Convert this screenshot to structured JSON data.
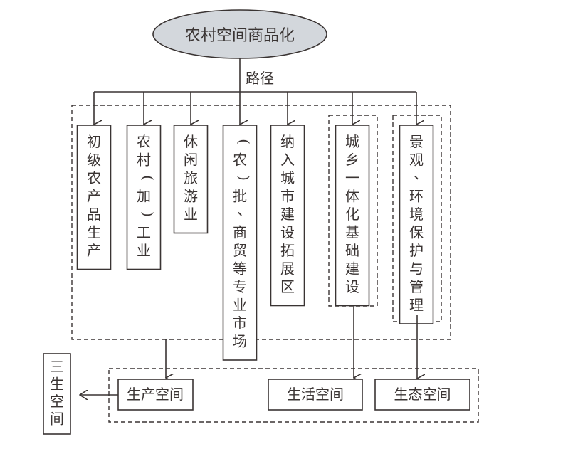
{
  "diagram": {
    "root": {
      "label": "农村空间商品化",
      "fill": "#d3d7dc"
    },
    "path_label": "路径",
    "pathways": [
      {
        "id": "p1",
        "label": "初级农产品生产",
        "target": "production"
      },
      {
        "id": "p2",
        "label": "农村（加）工业",
        "target": "production"
      },
      {
        "id": "p3",
        "label": "休闲旅游业",
        "target": "production"
      },
      {
        "id": "p4",
        "label": "（农）批、商贸等专业市场",
        "target": "production"
      },
      {
        "id": "p5",
        "label": "纳入城市建设拓展区",
        "target": "production"
      },
      {
        "id": "p6",
        "label": "城乡一体化基础建设",
        "target": "living"
      },
      {
        "id": "p7",
        "label": "景观、环境保护与管理",
        "target": "ecology"
      }
    ],
    "spaces": [
      {
        "id": "production",
        "label": "生产空间"
      },
      {
        "id": "living",
        "label": "生活空间"
      },
      {
        "id": "ecology",
        "label": "生态空间"
      }
    ],
    "summary_label": "三生空间",
    "line_color": "#3a3433"
  }
}
